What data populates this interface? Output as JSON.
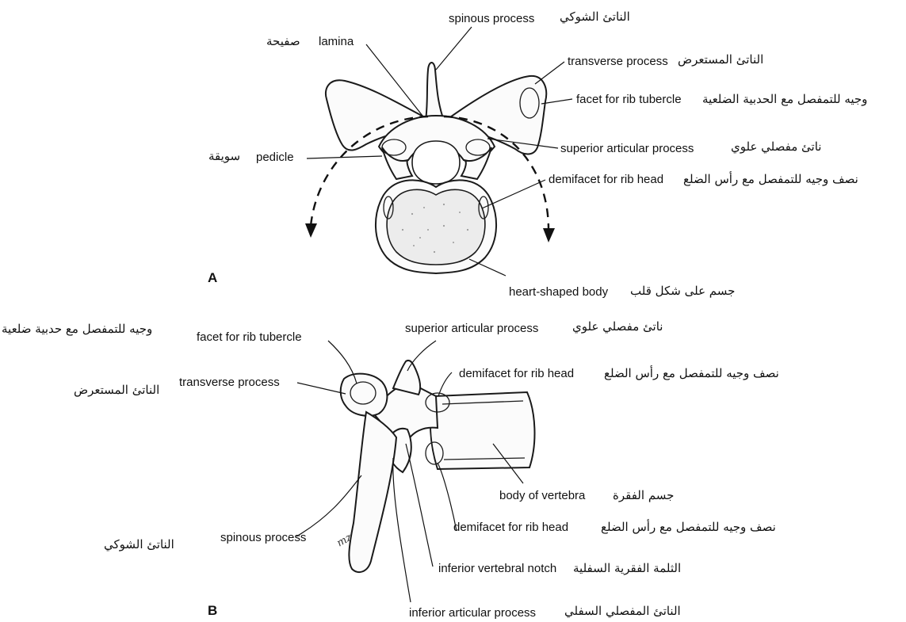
{
  "panels": {
    "a": "A",
    "b": "B"
  },
  "diagram_a": {
    "spinous_process": {
      "en": "spinous process",
      "ar": "الناتئ الشوكي"
    },
    "lamina": {
      "en": "lamina",
      "ar": "صفيحة"
    },
    "transverse_process": {
      "en": "transverse process",
      "ar": "الناتئ المستعرض"
    },
    "facet_rib_tubercle": {
      "en": "facet for rib tubercle",
      "ar": "وجيه للتمفصل مع الحدبية الضلعية"
    },
    "pedicle": {
      "en": "pedicle",
      "ar": "سويقة"
    },
    "superior_articular_process": {
      "en": "superior articular process",
      "ar": "ناتئ مفصلي علوي"
    },
    "demifacet_rib_head": {
      "en": "demifacet for rib head",
      "ar": "نصف وجيه للتمفصل مع رأس الضلع"
    },
    "heart_shaped_body": {
      "en": "heart-shaped body",
      "ar": "جسم على شكل قلب"
    }
  },
  "diagram_b": {
    "facet_rib_tubercle": {
      "en": "facet for rib tubercle",
      "ar": "وجيه للتمفصل مع حدبية ضلعية"
    },
    "superior_articular_process": {
      "en": "superior articular process",
      "ar": "ناتئ مفصلي علوي"
    },
    "transverse_process": {
      "en": "transverse process",
      "ar": "الناتئ المستعرض"
    },
    "demifacet_rib_head_upper": {
      "en": "demifacet for rib head",
      "ar": "نصف وجيه للتمفصل مع رأس الضلع"
    },
    "body_of_vertebra": {
      "en": "body of vertebra",
      "ar": "جسم الفقرة"
    },
    "spinous_process": {
      "en": "spinous process",
      "ar": "الناتئ الشوكي"
    },
    "demifacet_rib_head_lower": {
      "en": "demifacet for rib head",
      "ar": "نصف وجيه للتمفصل مع رأس الضلع"
    },
    "inferior_vertebral_notch": {
      "en": "inferior vertebral notch",
      "ar": "الثلمة الفقرية السفلية"
    },
    "inferior_articular_process": {
      "en": "inferior articular process",
      "ar": "الناتئ المفصلي السفلي"
    },
    "artist_signature": "mz"
  }
}
